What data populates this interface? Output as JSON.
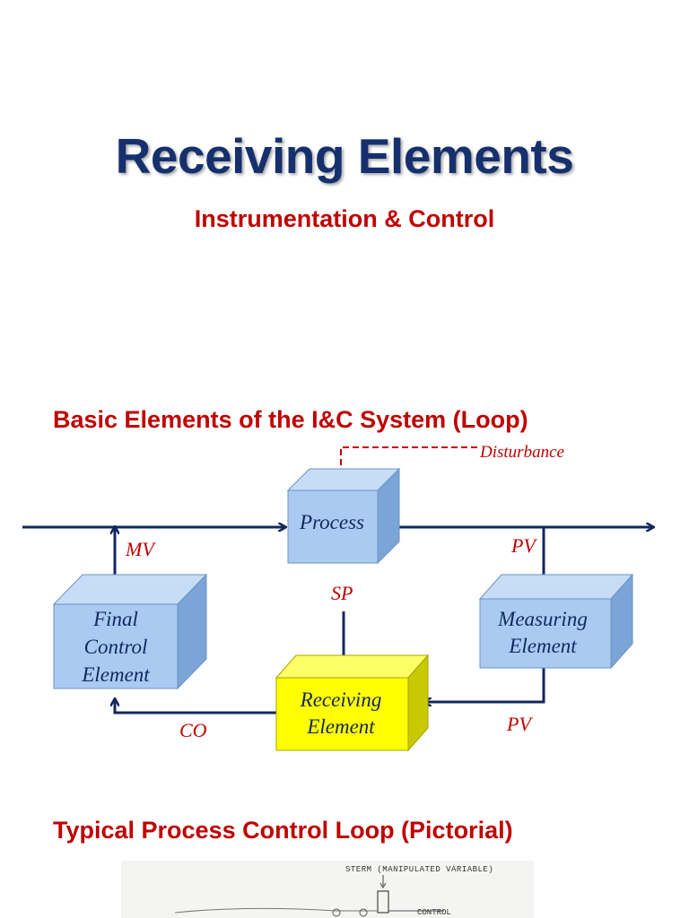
{
  "slide": {
    "title": "Receiving Elements",
    "subtitle": "Instrumentation & Control"
  },
  "section1": {
    "heading": "Basic Elements of the I&C System (Loop)"
  },
  "diagram": {
    "process": "Process",
    "final_control": [
      "Final",
      "Control",
      "Element"
    ],
    "measuring": [
      "Measuring",
      "Element"
    ],
    "receiving": [
      "Receiving",
      "Element"
    ],
    "disturbance": "Disturbance",
    "mv": "MV",
    "pv_top": "PV",
    "pv_bottom": "PV",
    "sp": "SP",
    "co": "CO",
    "colors": {
      "arrow": "#13275f",
      "label_red": "#c00000",
      "box_blue": "#a9cbf2",
      "box_blue_side": "#7ba5d6",
      "box_blue_top": "#c7ddf7",
      "box_yellow": "#ffff00",
      "box_yellow_side": "#c9c900",
      "box_yellow_top": "#ffff66"
    }
  },
  "section2": {
    "heading": "Typical Process Control Loop (Pictorial)"
  },
  "pictorial": {
    "caption_top": "STERM (MANIPULATED VARIABLE)",
    "caption_control": "CONTROL"
  }
}
